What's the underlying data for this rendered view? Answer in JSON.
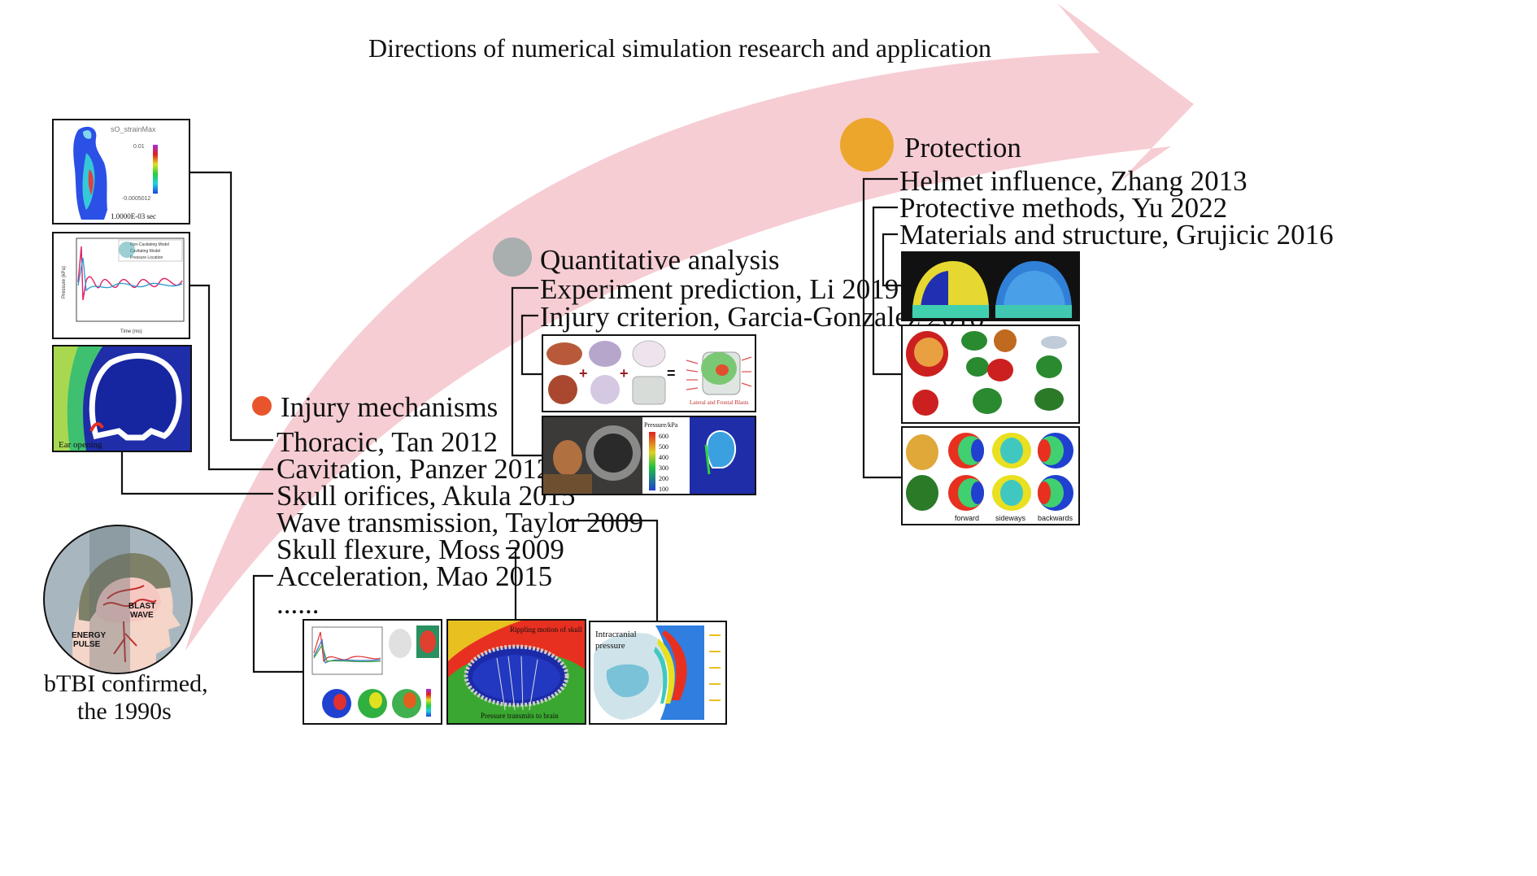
{
  "title": "Directions of numerical simulation research and application",
  "origin": {
    "caption_line1": "bTBI confirmed,",
    "caption_line2": "the 1990s",
    "blast_label_1": "BLAST",
    "blast_label_2": "WAVE",
    "energy_label_1": "ENERGY",
    "energy_label_2": "PULSE"
  },
  "colors": {
    "arrow": "#f6cdd3",
    "injury_dot": "#e8552d",
    "quant_dot": "#a9aeae",
    "protect_dot": "#eda62c",
    "line": "#111111"
  },
  "sections": {
    "injury": {
      "heading": "Injury mechanisms",
      "items": [
        "Thoracic, Tan 2012",
        "Cavitation, Panzer 2012",
        "Skull orifices, Akula 2015",
        "Wave transmission, Taylor 2009",
        "Skull flexure, Moss 2009",
        "Acceleration, Mao 2015",
        "......"
      ]
    },
    "quant": {
      "heading": "Quantitative analysis",
      "items": [
        "Experiment prediction, Li 2019",
        "Injury criterion, Garcia-Gonzalez 2018"
      ]
    },
    "protect": {
      "heading": "Protection",
      "items": [
        "Helmet influence, Zhang 2013",
        "Protective methods, Yu 2022",
        "Materials and structure, Grujicic 2016"
      ]
    }
  },
  "figures": {
    "strain": {
      "title": "sO_strainMax",
      "time": "1.0000E-03 sec",
      "max": "0.01",
      "min": "-0.0005012"
    },
    "pressure": {
      "ylabel": "Pressure (kPa)",
      "xlabel": "Time (ms)",
      "legend": [
        "Non-Cavitating Model",
        "Cavitating Model",
        "Pressure Location"
      ]
    },
    "ear": {
      "label": "Ear opening"
    },
    "brain_model": {
      "label": "Lateral and Frontal Blasts"
    },
    "exp": {
      "legend_title": "Pressure/kPa",
      "ticks": [
        "600",
        "500",
        "400",
        "300",
        "200",
        "100"
      ]
    },
    "skull_flex": {
      "top_label": "Rippling motion of skull",
      "bottom_label": "Pressure transmits to brain"
    },
    "intracranial": {
      "label_1": "Intracranial",
      "label_2": "pressure"
    },
    "helmet_views": {
      "labels": [
        "forward",
        "sideways",
        "backwards"
      ]
    }
  }
}
